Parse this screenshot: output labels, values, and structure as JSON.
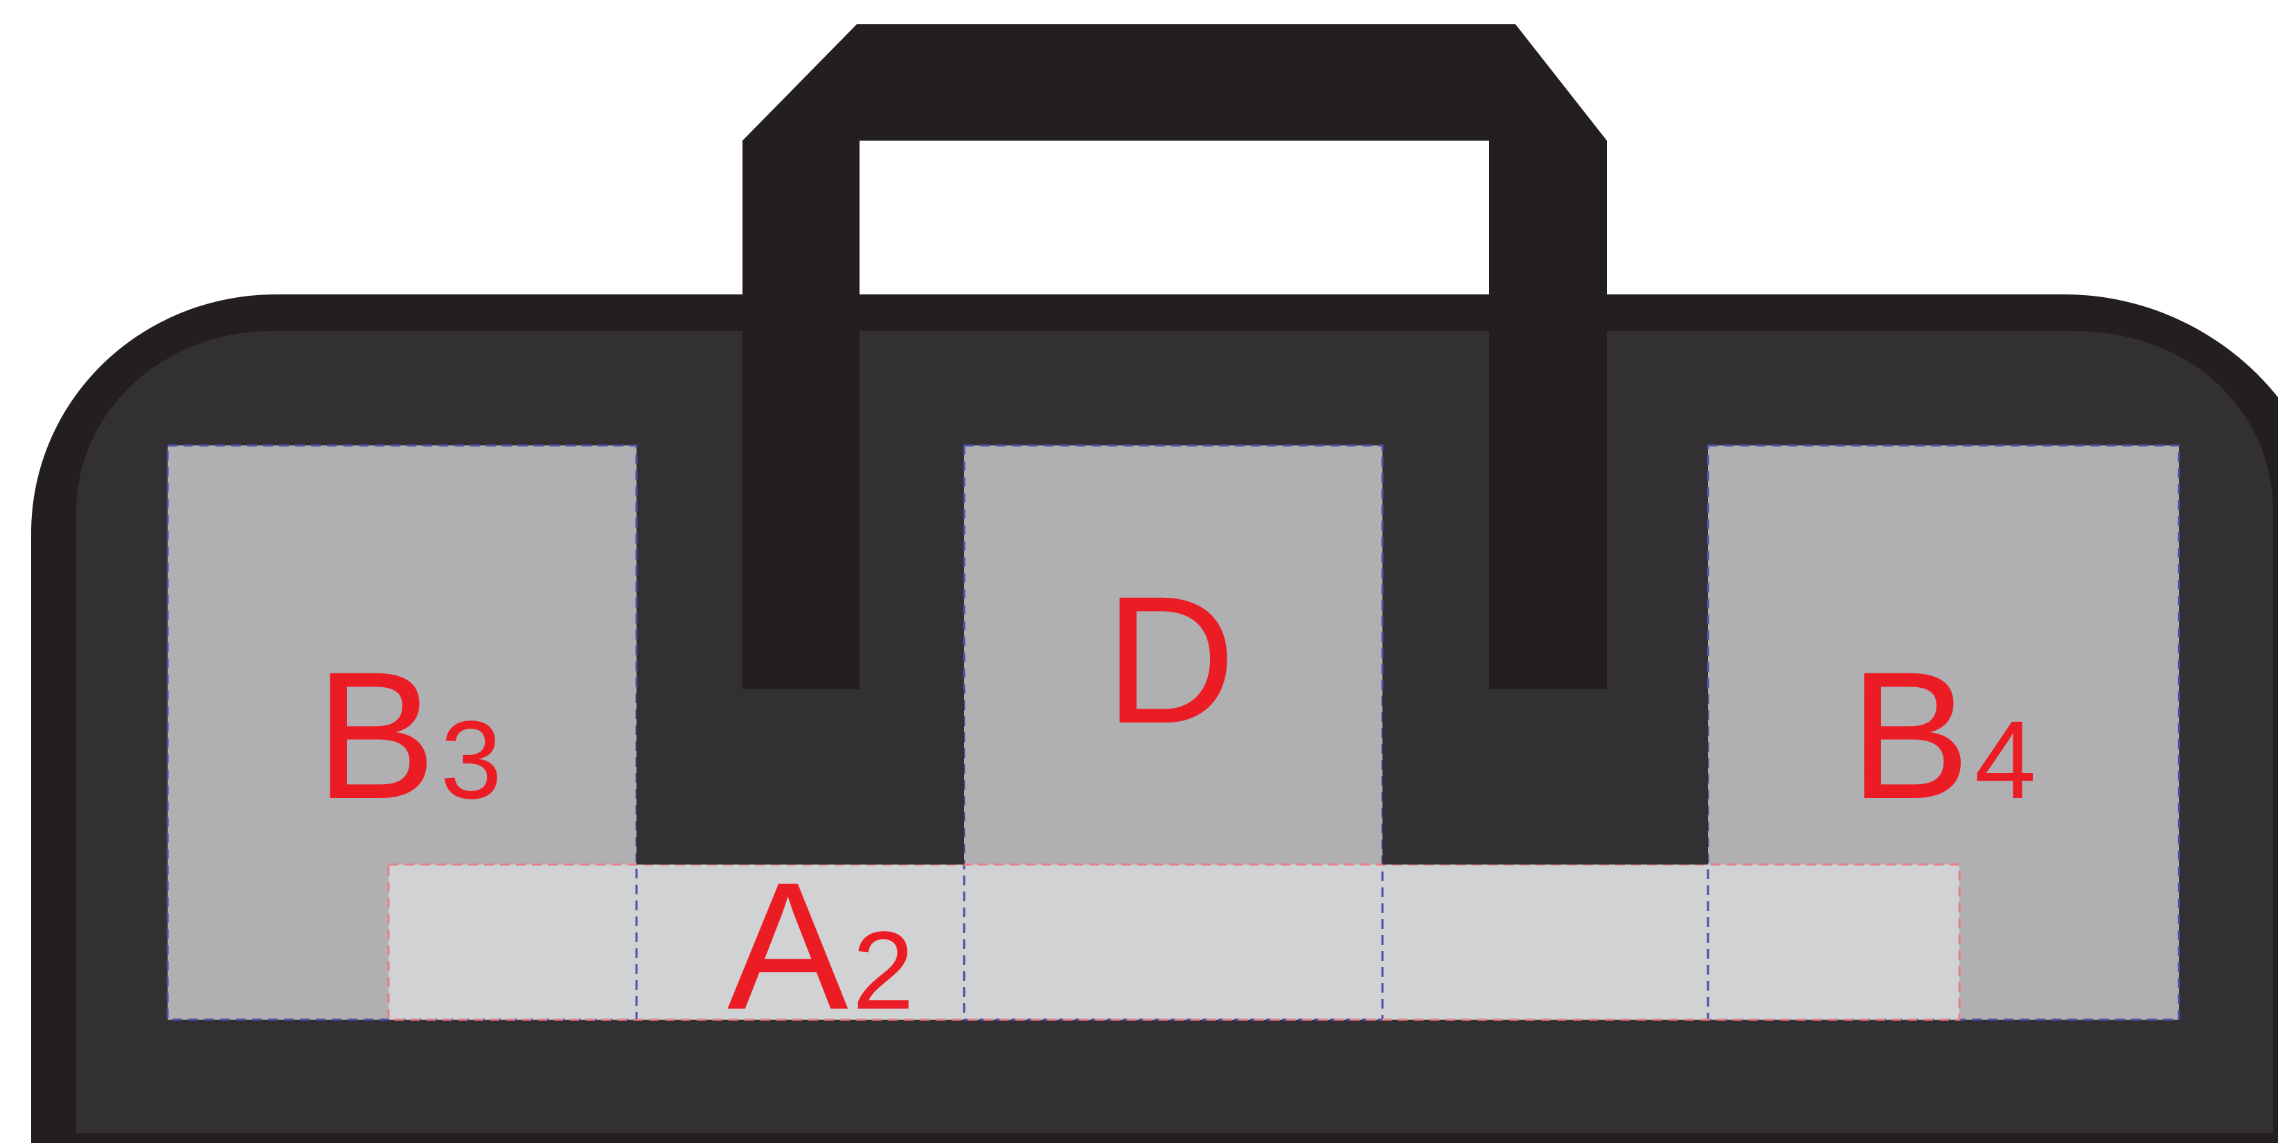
{
  "colors": {
    "background": "#ffffff",
    "bag_outline": "#231f20",
    "bag_body": "#323032",
    "zone_fill": "#b0afb1",
    "strip_fill": "#d1d2d4",
    "label": "#ec1c24",
    "dash_blue": "#4a50a8",
    "dash_red": "#e87f86"
  },
  "labels": {
    "b3_main": "B",
    "b3_sub": "3",
    "d_main": "D",
    "b4_main": "B",
    "b4_sub": "4",
    "a2_main": "A",
    "a2_sub": "2"
  }
}
